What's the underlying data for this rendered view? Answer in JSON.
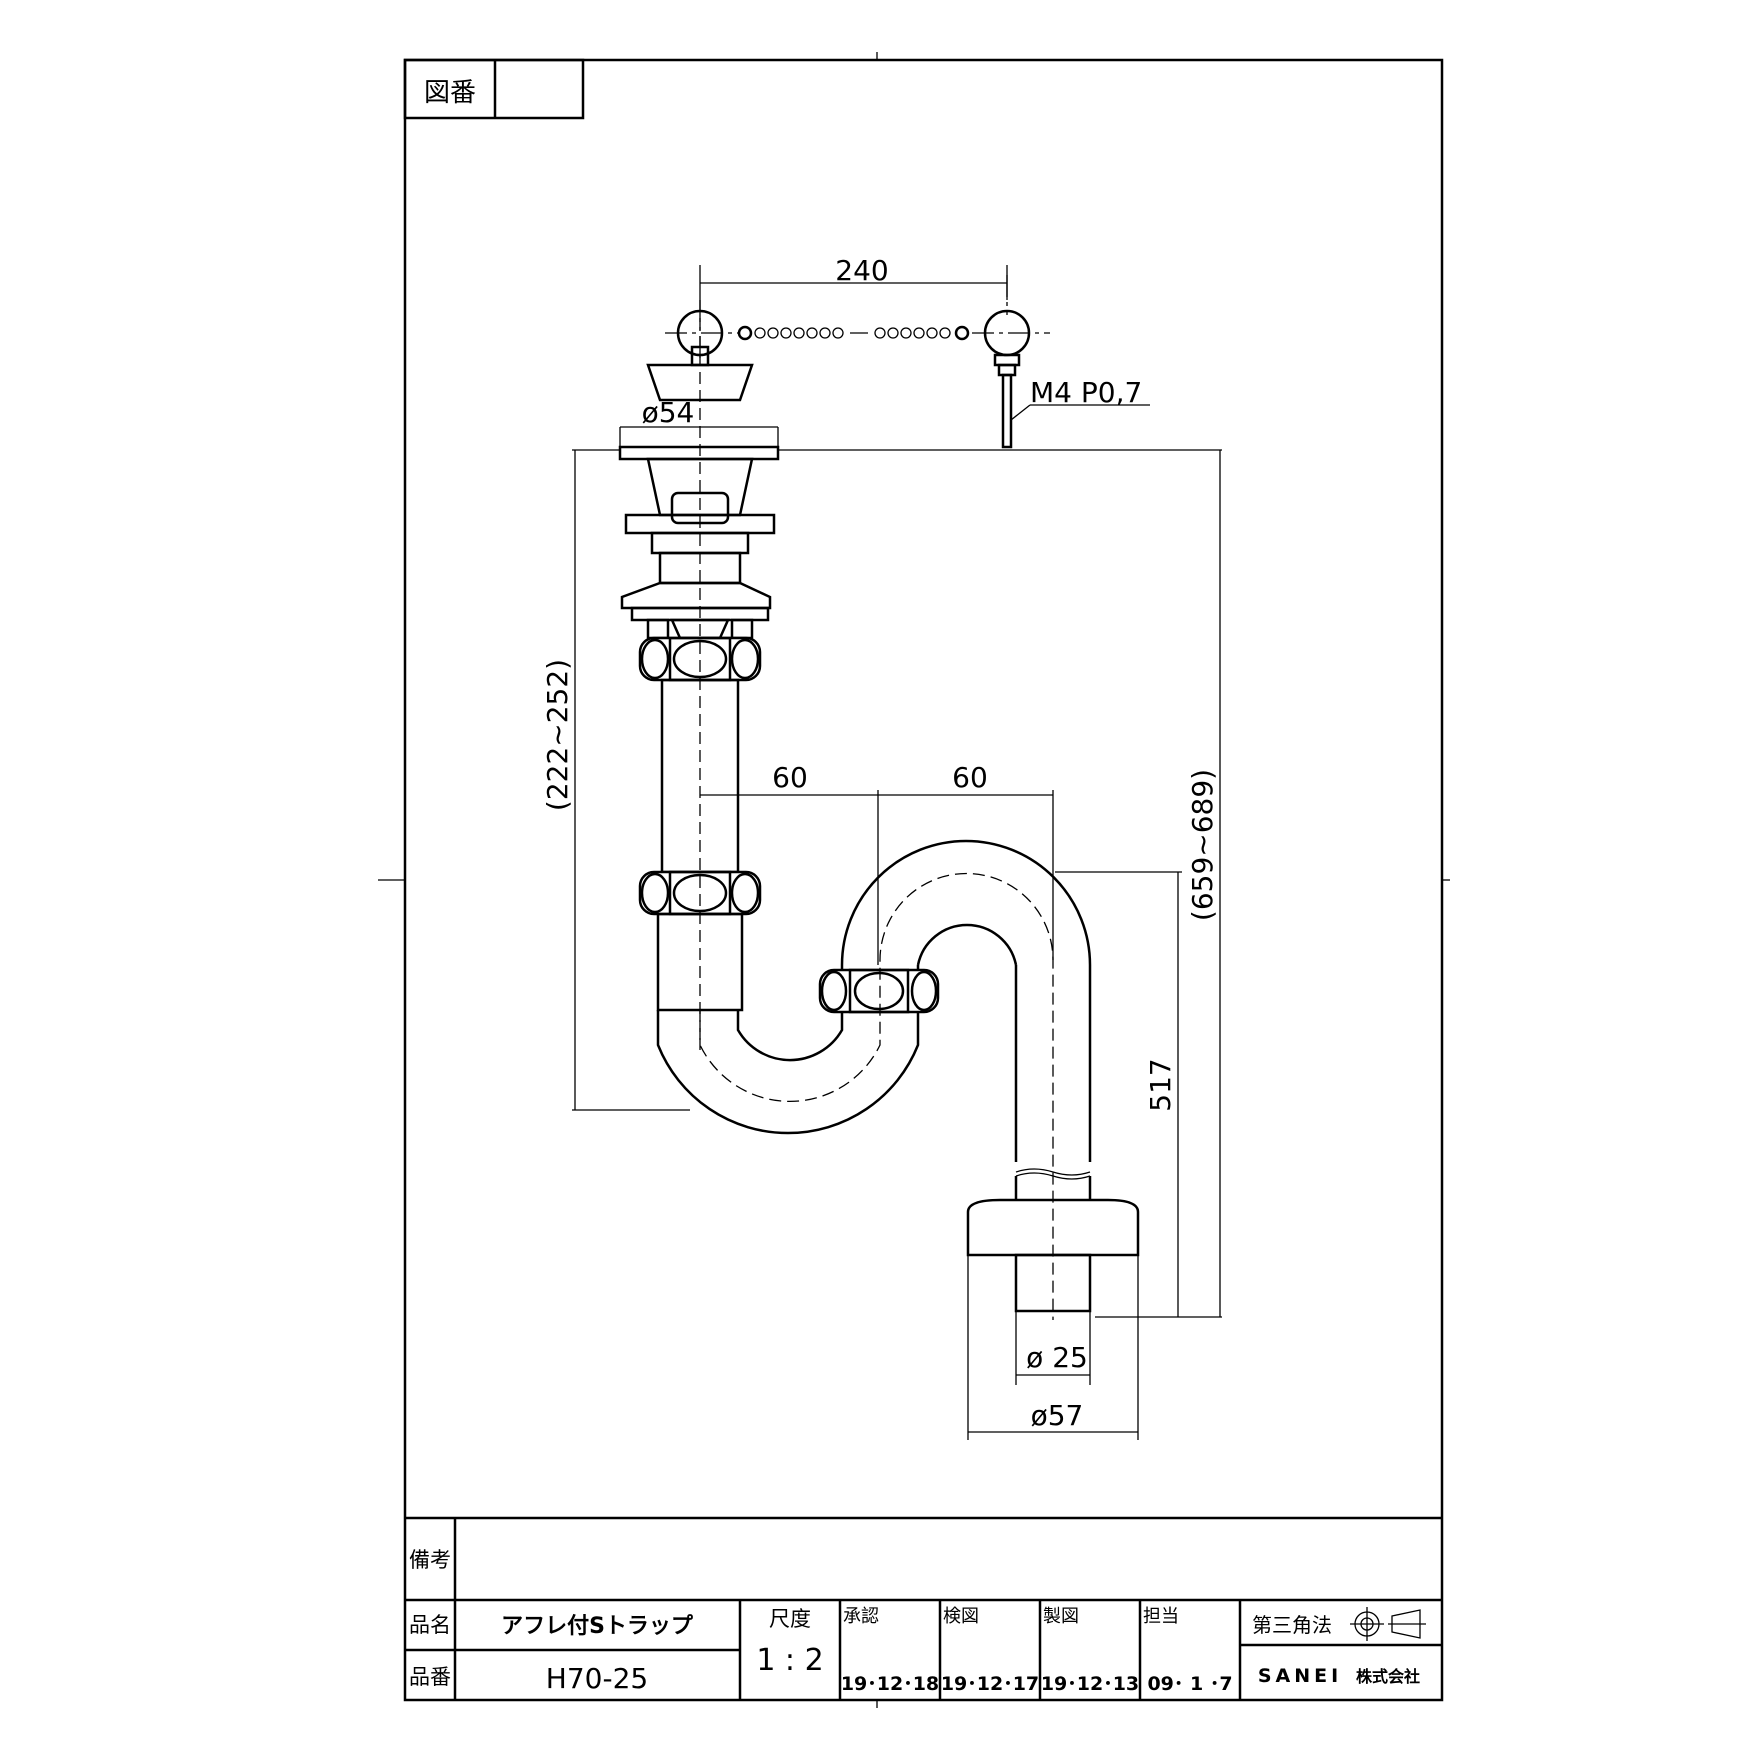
{
  "title_block": {
    "drawing_no_label": "図番",
    "remarks_label": "備考",
    "name_label": "品名",
    "name_value": "アフレ付Sトラップ",
    "part_no_label": "品番",
    "part_no_value": "H70-25",
    "scale_label": "尺度",
    "scale_value": "1 : 2",
    "approved_label": "承認",
    "approved_date": "19･12･18",
    "checked_label": "検図",
    "checked_date": "19･12･17",
    "drawn_label": "製図",
    "drawn_date": "19･12･13",
    "charge_label": "担当",
    "charge_date": "09･ 1 ･7",
    "projection_label": "第三角法",
    "company": "SANEI",
    "company_suffix": "株式会社"
  },
  "dimensions": {
    "chain_length": "240",
    "thread": "M4 P0,7",
    "outlet_dia": "ø54",
    "upper_length": "(222~252)",
    "total_length": "(659~689)",
    "offset_1": "60",
    "offset_2": "60",
    "lower_height": "517",
    "pipe_dia": "ø 25",
    "flange_dia": "ø57"
  },
  "icons": {
    "projection_symbol": "third-angle-projection-icon"
  }
}
